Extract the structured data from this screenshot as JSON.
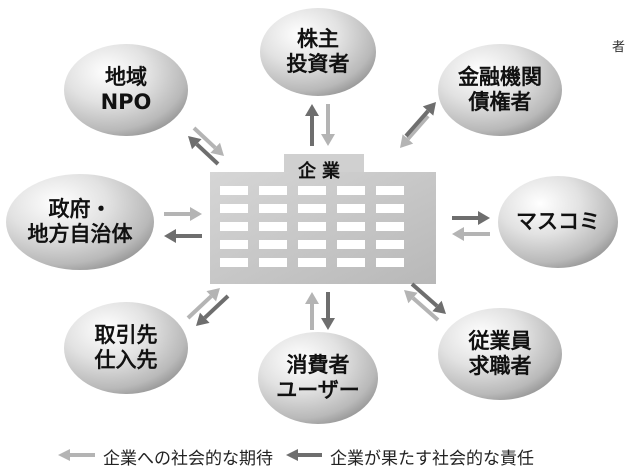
{
  "edge_text": "者",
  "company": "企業",
  "nodes": [
    {
      "id": "shareholders",
      "lines": [
        "株主",
        "投資者"
      ]
    },
    {
      "id": "financial",
      "lines": [
        "金融機関",
        "債権者"
      ]
    },
    {
      "id": "media",
      "lines": [
        "マスコミ"
      ]
    },
    {
      "id": "employees",
      "lines": [
        "従業員",
        "求職者"
      ]
    },
    {
      "id": "consumers",
      "lines": [
        "消費者",
        "ユーザー"
      ]
    },
    {
      "id": "suppliers",
      "lines": [
        "取引先",
        "仕入先"
      ]
    },
    {
      "id": "government",
      "lines": [
        "政府・",
        "地方自治体"
      ]
    },
    {
      "id": "community",
      "lines": [
        "地域",
        "NPO"
      ]
    }
  ],
  "legend": {
    "expectation": "企業への社会的な期待",
    "responsibility": "企業が果たす社会的な責任"
  },
  "colors": {
    "expectation_arrow": "#b4b4b4",
    "responsibility_arrow": "#6e6e6e",
    "building": "#c8c8c8"
  }
}
